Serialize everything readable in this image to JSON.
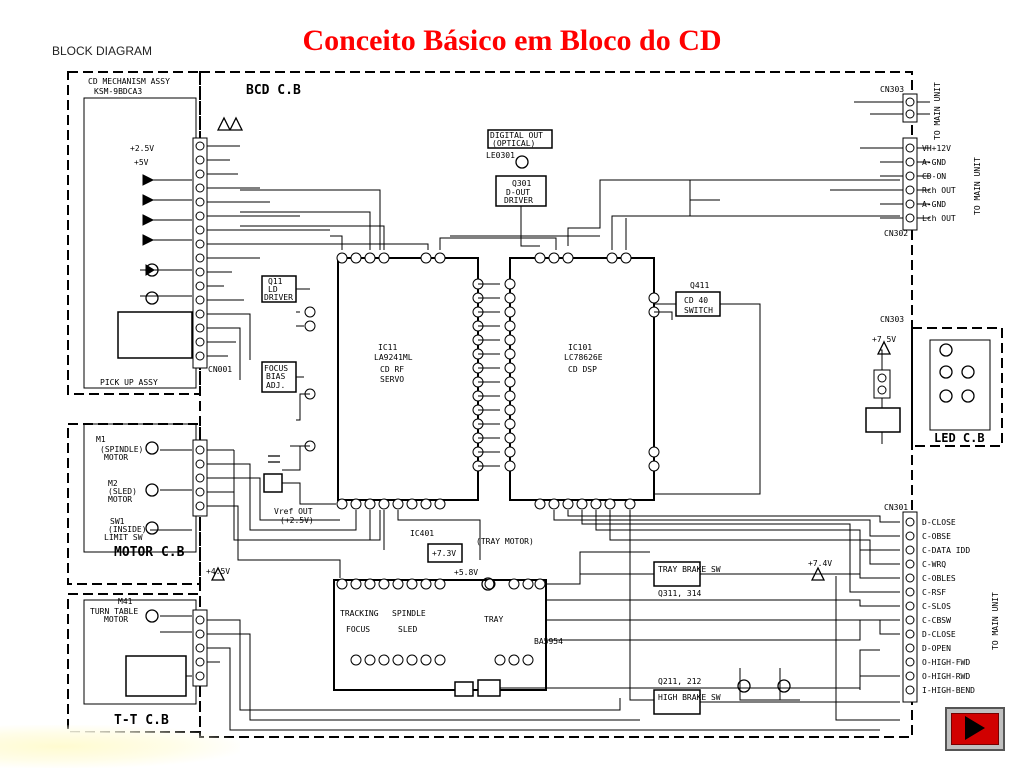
{
  "slide": {
    "title": "Conceito Básico em Bloco do CD",
    "heading": "BLOCK DIAGRAM",
    "next_button": "next-slide"
  },
  "blocks": {
    "pickup_top": "CD MECHANISM ASSY",
    "pickup_top2": "KSM-9BDCA3",
    "pickup_bottom": "PICK UP ASSY",
    "pickup_conn": "CN001",
    "cd_board": "BCD  C.B",
    "ic1": "IC11",
    "ic1_part": "LA9241ML",
    "ic1_desc1": "CD RF",
    "ic1_desc2": "SERVO",
    "ic2": "IC101",
    "ic2_part": "LC78626E",
    "ic2_desc": "CD DSP",
    "digital_out1": "DIGITAL OUT",
    "digital_out2": "(OPTICAL)",
    "le_label": "LE0301",
    "q301_1": "Q301",
    "q301_2": "D-OUT",
    "q301_3": "DRIVER",
    "q411_1": "Q411",
    "q411_2": "CD 40",
    "q411_3": "SWITCH",
    "ld_drv1": "Q11",
    "ld_drv2": "LD",
    "ld_drv3": "DRIVER",
    "focus_bias1": "FOCUS",
    "focus_bias2": "BIAS",
    "focus_bias3": "ADJ.",
    "vref_out": "Vref OUT",
    "vref_val": "(+2.5V)",
    "motor_board": "MOTOR C.B",
    "spindle1": "M1",
    "spindle2": "(SPINDLE)",
    "spindle3": "MOTOR",
    "sled1": "M2",
    "sled2": "(SLED)",
    "sled3": "MOTOR",
    "limit1": "SW1",
    "limit2": "(INSIDE)",
    "limit3": "LIMIT SW",
    "tt_board": "T-T C.B",
    "tt1": "M41",
    "tt2": "TURN TABLE",
    "tt3": "MOTOR",
    "led_board": "LED C.B",
    "driver_ic": "IC401",
    "driver_ic2": "BA5954",
    "drv_channels": [
      "FOCUS",
      "SLED",
      "TRACKING",
      "SPINDLE",
      "TRAY"
    ],
    "tray_motor": "(TRAY MOTOR)",
    "tray_brake": "TRAY BRAKE SW",
    "high_brake": "HIGH BRAKE SW",
    "q311": "Q311, 314",
    "q211": "Q211, 212",
    "main_unit_top": "TO MAIN UNIT",
    "main_unit_mid": "TO MAIN UNIT",
    "main_unit_bot": "TO MAIN UNIT",
    "cn301_pins": [
      "D-CLOSE",
      "C-OBSE",
      "C-DATA IDD",
      "C-WRQ",
      "C-OBLES",
      "C-RSF",
      "C-SLOS",
      "C-CBSW",
      "D-CLOSE",
      "D-OPEN",
      "O-HIGH-FWD",
      "O-HIGH-RWD",
      "I-HIGH-BEND"
    ],
    "cn302_pins": [
      "VH+12V",
      "A-GND",
      "CD-ON",
      "Rch OUT",
      "A-GND",
      "Lch OUT"
    ],
    "cn302_label": "CN302",
    "cn303_label": "CN303",
    "cn301_label": "CN301",
    "volt_labels": [
      "+2.5V",
      "+5V",
      "+7.5V",
      "+7.3V",
      "+5.8V",
      "+7.4V",
      "+4.5V"
    ]
  }
}
